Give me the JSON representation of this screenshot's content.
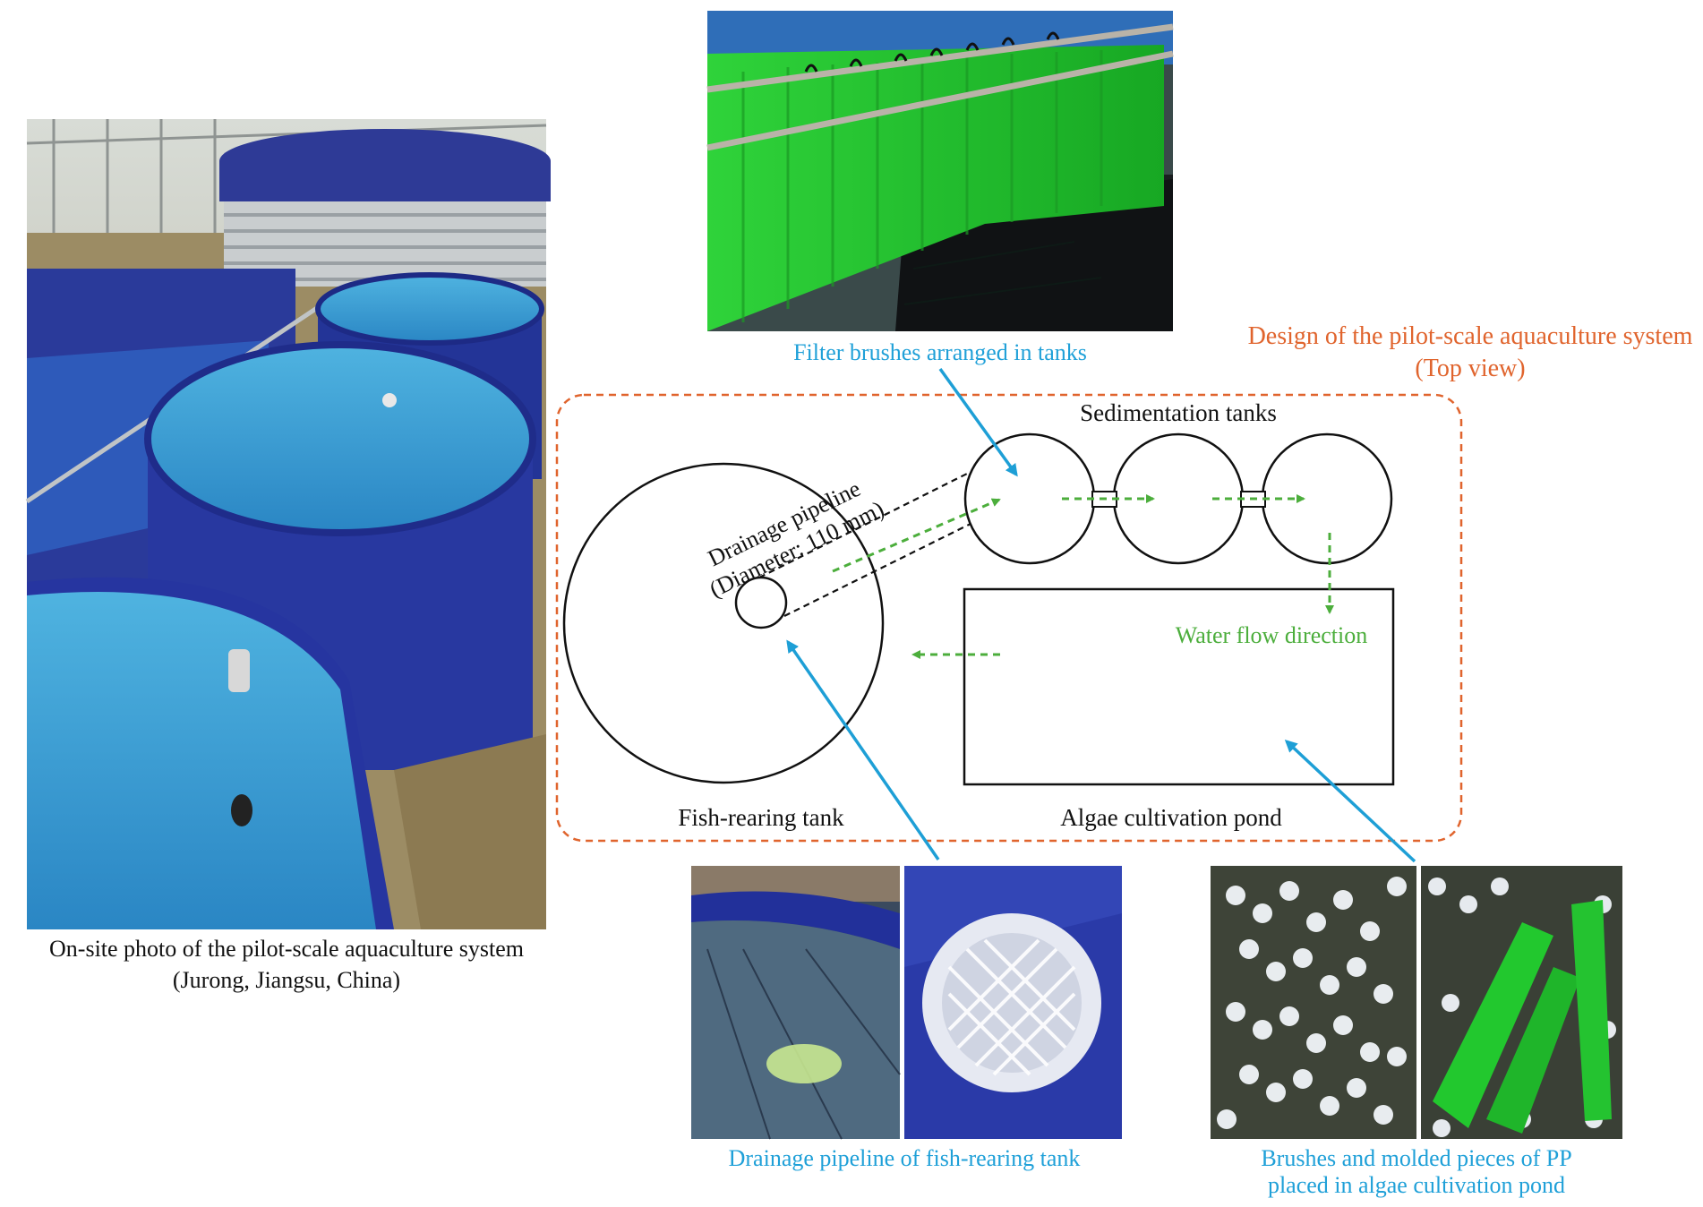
{
  "captions": {
    "onsite_line1": "On-site photo of the pilot-scale aquaculture system",
    "onsite_line2": "(Jurong, Jiangsu, China)",
    "filter_brushes": "Filter brushes arranged in tanks",
    "design_line1": "Design of the pilot-scale aquaculture system",
    "design_line2": "(Top view)",
    "drainage_photo": "Drainage pipeline of fish-rearing tank",
    "pp_line1": "Brushes and molded pieces of PP",
    "pp_line2": "placed in algae cultivation pond"
  },
  "diagram": {
    "sedimentation_tanks": "Sedimentation tanks",
    "drainage_line1": "Drainage pipeline",
    "drainage_line2": "(Diameter: 110 mm)",
    "water_flow": "Water flow direction",
    "fish_tank": "Fish-rearing tank",
    "algae_pond": "Algae cultivation pond"
  },
  "colors": {
    "caption_blue": "#1fa0d8",
    "design_orange": "#e0642d",
    "flow_green": "#4cae3c",
    "pointer_blue": "#1e9fd6",
    "frame_orange": "#e0642d"
  }
}
